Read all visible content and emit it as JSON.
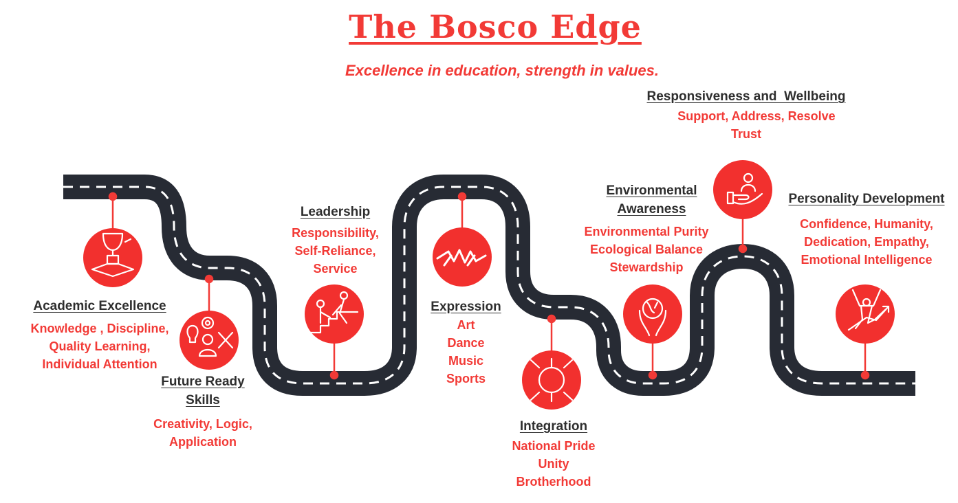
{
  "title": "The Bosco Edge",
  "subtitle": "Excellence in education, strength in values.",
  "colors": {
    "accent": "#f23a36",
    "road": "#272b34",
    "heading": "#2e2e2e"
  },
  "milestones": [
    {
      "heading": "Academic Excellence",
      "lines": [
        "Knowledge , Discipline,",
        "Quality Learning,",
        "Individual Attention"
      ],
      "icon": "trophy-book-icon"
    },
    {
      "heading": "Future Ready Skills",
      "lines": [
        "Creativity, Logic,",
        "Application"
      ],
      "icon": "skills-gear-bulb-icon"
    },
    {
      "heading": "Leadership",
      "lines": [
        "Responsibility,",
        "Self-Reliance,",
        "Service"
      ],
      "icon": "helping-hand-stairs-icon"
    },
    {
      "heading": "Expression",
      "lines": [
        "Art",
        "Dance",
        "Music",
        "Sports"
      ],
      "icon": "dancers-icon"
    },
    {
      "heading": "Integration",
      "lines": [
        "National Pride",
        "Unity",
        "Brotherhood"
      ],
      "icon": "joined-hands-icon"
    },
    {
      "heading": "Environmental Awareness",
      "lines": [
        "Environmental Purity",
        "Ecological Balance",
        "Stewardship"
      ],
      "icon": "globe-hands-icon"
    },
    {
      "heading": "Responsiveness and  Wellbeing",
      "lines": [
        "Support, Address, Resolve",
        "Trust"
      ],
      "icon": "care-hand-person-icon"
    },
    {
      "heading": "Personality Development",
      "lines": [
        "Confidence, Humanity,",
        "Dedication, Empathy,",
        "Emotional Intelligence"
      ],
      "icon": "success-growth-icon"
    }
  ]
}
